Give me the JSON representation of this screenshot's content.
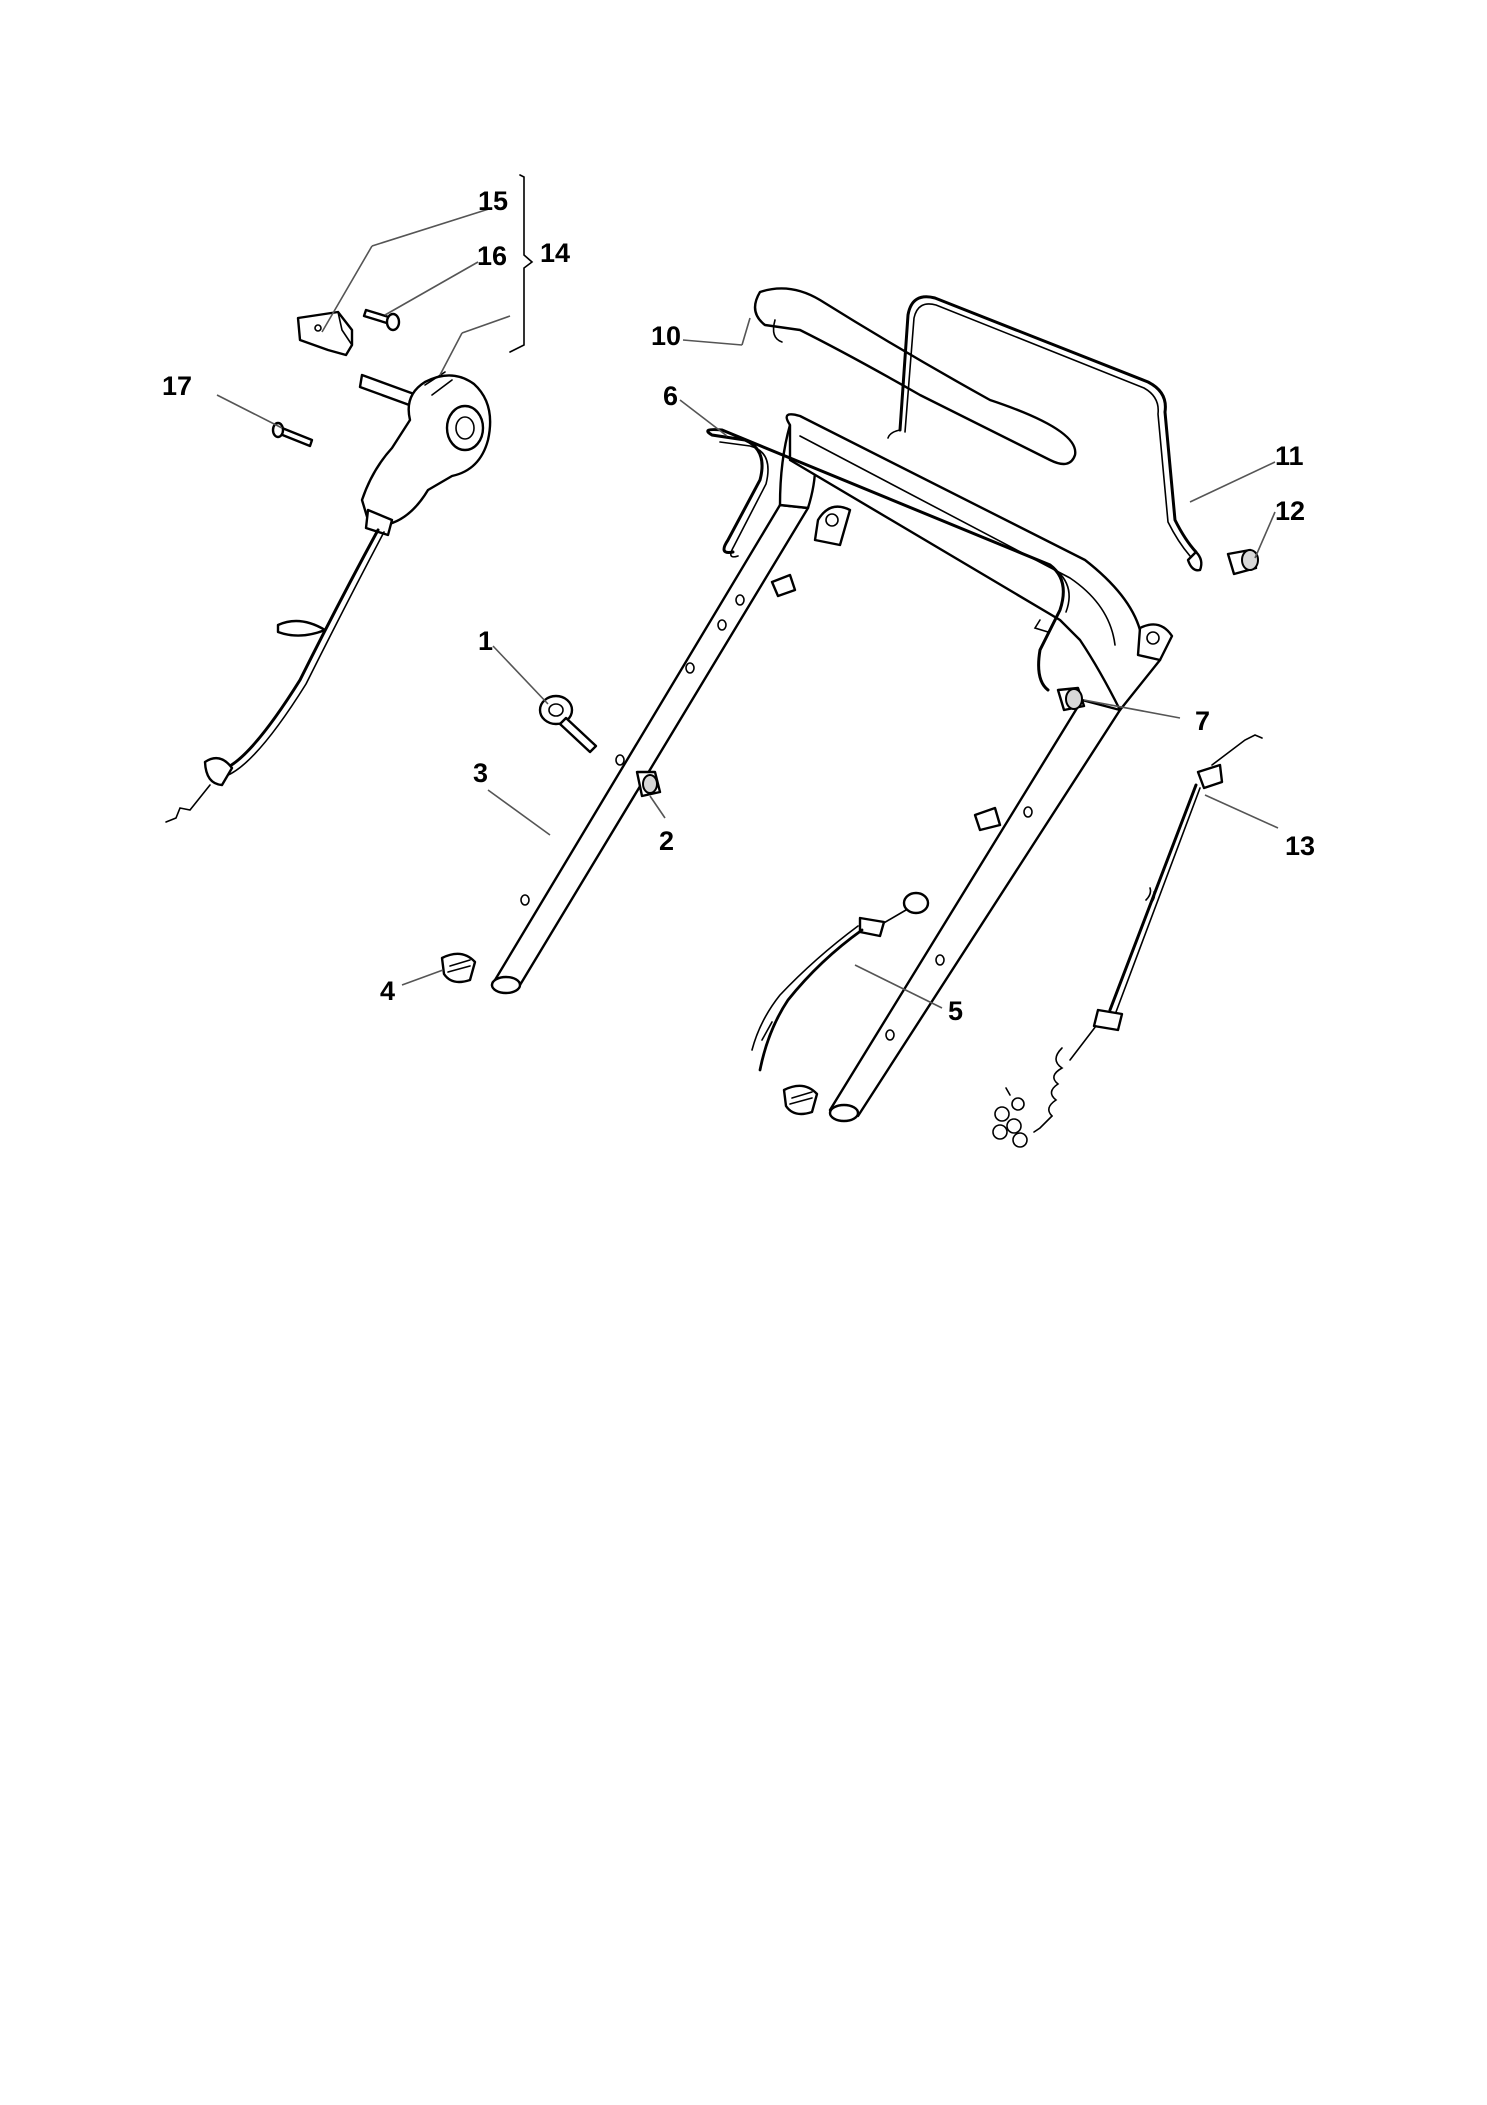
{
  "callouts": {
    "c1": "1",
    "c2": "2",
    "c3": "3",
    "c4": "4",
    "c5": "5",
    "c6": "6",
    "c7": "7",
    "c10": "10",
    "c11": "11",
    "c12": "12",
    "c13": "13",
    "c14": "14",
    "c15": "15",
    "c16": "16",
    "c17": "17"
  }
}
